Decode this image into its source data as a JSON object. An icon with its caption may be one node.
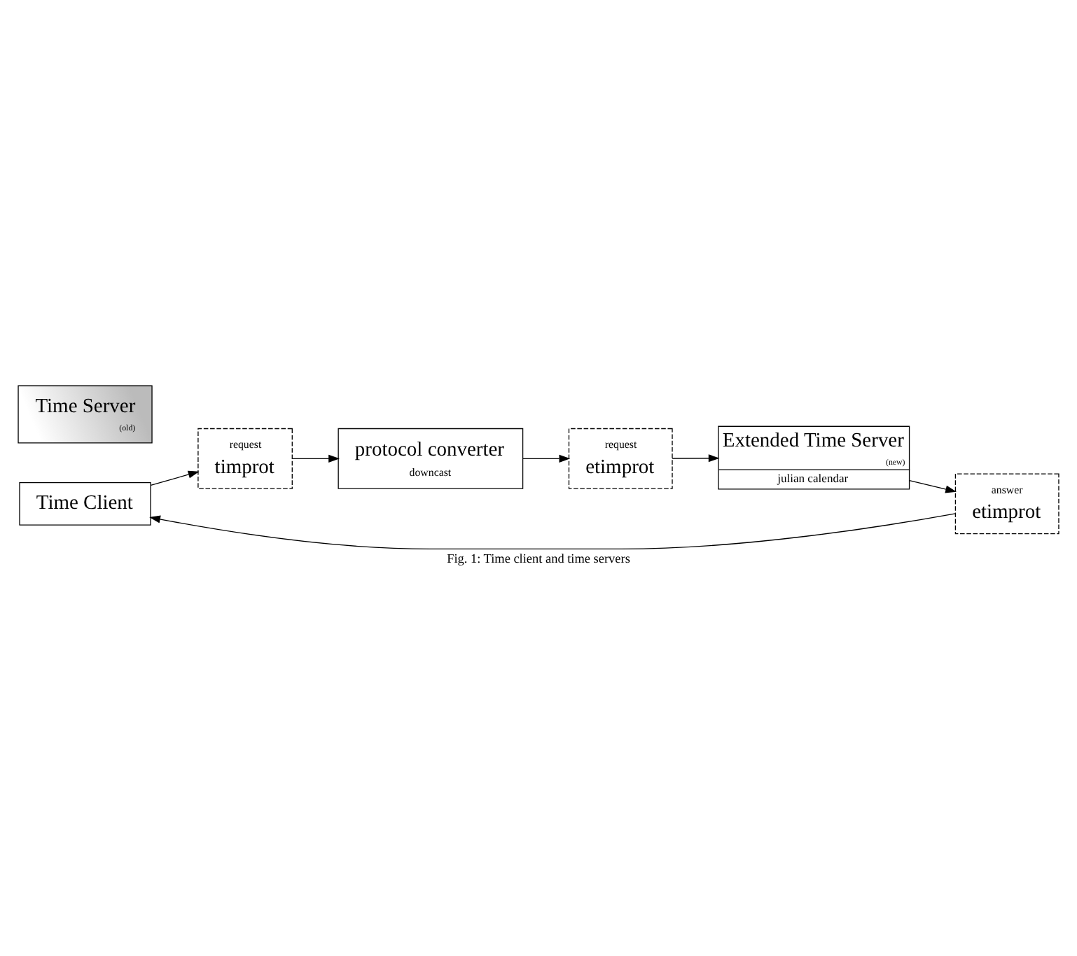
{
  "diagram": {
    "caption": "Fig. 1: Time client and time servers",
    "nodes": [
      {
        "text": [
          "Time Client"
        ]
      },
      {
        "text": [
          "request",
          "timprot"
        ]
      },
      {
        "text": [
          "protocol converter",
          "downcast"
        ]
      },
      {
        "text": [
          "request",
          "etimprot"
        ]
      },
      {
        "text": [
          "Time Server",
          "(old)"
        ]
      },
      {
        "text": [
          "Extended Time Server",
          "(new)",
          "julian calendar"
        ]
      },
      {
        "text": [
          "answer",
          "etimprot"
        ]
      }
    ],
    "edges": [
      {
        "from": 0,
        "to": 1,
        "arrow": "to"
      },
      {
        "from": 1,
        "to": 2,
        "arrow": "to"
      },
      {
        "from": 2,
        "to": 3,
        "arrow": "to"
      },
      {
        "from": 3,
        "to": 5,
        "arrow": "to"
      },
      {
        "from": 5,
        "to": 6,
        "arrow": "to"
      },
      {
        "from": 6,
        "to": 0,
        "arrow": "to"
      }
    ]
  }
}
